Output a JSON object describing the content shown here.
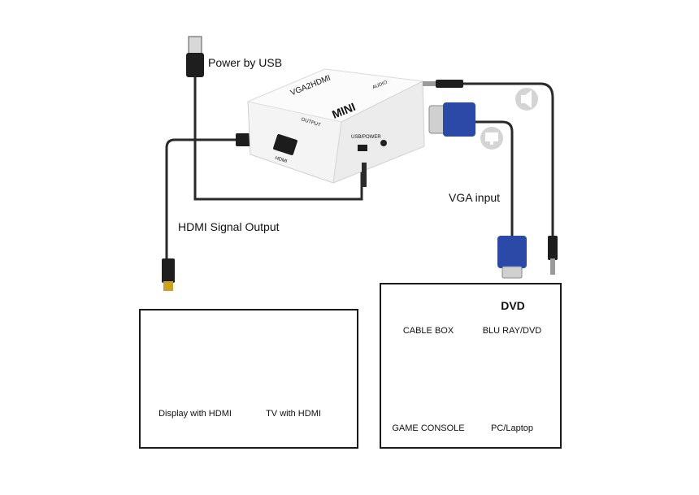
{
  "labels": {
    "power": "Power by USB",
    "vga_input": "VGA input",
    "hdmi_output": "HDMI Signal Output"
  },
  "device": {
    "brand": "MINI",
    "model": "VGA2HDMI",
    "port_hdmi": "HDMI",
    "port_usb": "USB/POWER",
    "port_output": "OUTPUT",
    "port_audio": "AUDIO"
  },
  "output_devices": [
    {
      "label": "Display with HDMI",
      "icon": "monitor-icon"
    },
    {
      "label": "TV with HDMI",
      "icon": "tv-icon"
    }
  ],
  "input_devices": [
    {
      "label": "CABLE BOX",
      "icon": "cable-box-icon"
    },
    {
      "label": "BLU RAY/DVD",
      "icon": "dvd-icon",
      "badge": "DVD"
    },
    {
      "label": "GAME CONSOLE",
      "icon": "game-console-icon"
    },
    {
      "label": "PC/Laptop",
      "icon": "pc-icon"
    }
  ],
  "colors": {
    "vga_blue": "#2b4aa8",
    "cable": "#222222",
    "connector_gold": "#c9a227"
  }
}
